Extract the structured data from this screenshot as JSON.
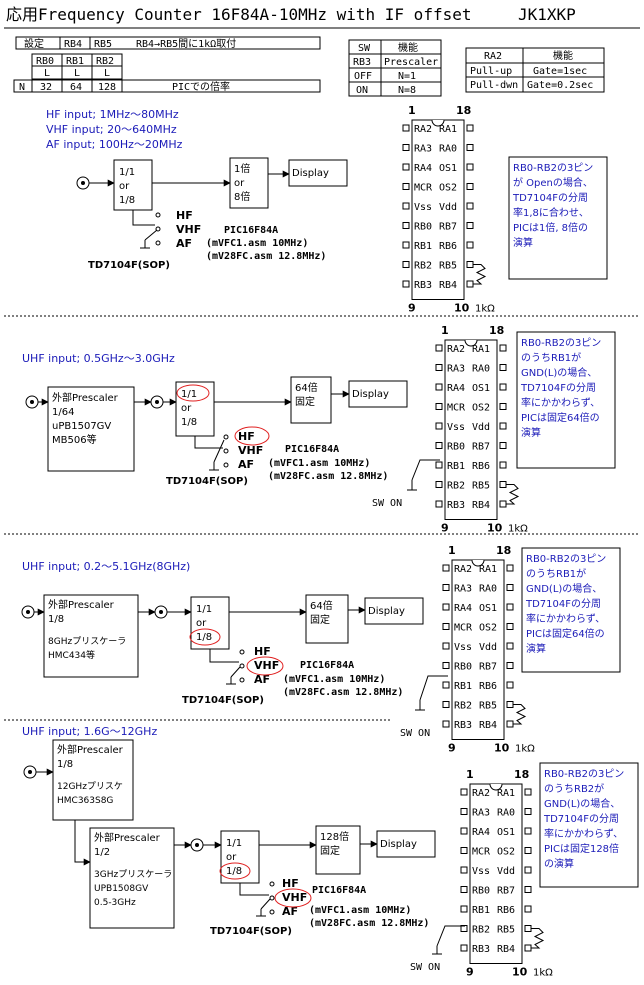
{
  "title": "応用Frequency Counter 16F84A-10MHz with IF offset",
  "author": "JK1XKP",
  "settings_table": {
    "col_setting": "設定",
    "col_rb4": "RB4",
    "col_rb5": "RB5",
    "note": "RB4→RB5間に1kΩ取付",
    "sub_headers": [
      "RB0",
      "RB1",
      "RB2"
    ],
    "levels": [
      "L",
      "L",
      "L"
    ],
    "row_n": "N",
    "multipliers": [
      "32",
      "64",
      "128"
    ],
    "multiplier_caption": "PICでの倍率"
  },
  "sw_table": {
    "col_sw": "SW",
    "col_func": "機能",
    "rows": [
      [
        "RB3",
        "Prescaler"
      ],
      [
        "OFF",
        "N=1"
      ],
      [
        "ON",
        "N=8"
      ]
    ]
  },
  "ra2_table": {
    "col_pin": "RA2",
    "col_func": "機能",
    "rows": [
      [
        "Pull-up",
        "Gate=1sec"
      ],
      [
        "Pull-dwn",
        "Gate=0.2sec"
      ]
    ]
  },
  "common": {
    "div_top": "1/1",
    "div_or": "or",
    "div_bottom": "1/8",
    "display": "Display",
    "sw_hf": "HF",
    "sw_vhf": "VHF",
    "sw_af": "AF",
    "chip_td": "TD7104F(SOP)",
    "pic_name": "PIC16F84A",
    "asm1": "(mVFC1.asm  10MHz)",
    "asm2": "(mV28FC.asm 12.8MHz)",
    "sw_on": "SW ON",
    "kohm": "1kΩ",
    "ic_pin1": "1",
    "ic_pin18": "18",
    "ic_pin9": "9",
    "ic_pin10": "10",
    "ic_left": [
      "RA2",
      "RA3",
      "RA4",
      "MCR",
      "Vss",
      "RB0",
      "RB1",
      "RB2",
      "RB3"
    ],
    "ic_right": [
      "RA1",
      "RA0",
      "OS1",
      "OS2",
      "Vdd",
      "RB7",
      "RB6",
      "RB5",
      "RB4"
    ]
  },
  "section1": {
    "inputs": [
      "HF input; 1MHz～80MHz",
      "VHF input; 20～640MHz",
      "AF input; 100Hz～20MHz"
    ],
    "mult_lines": [
      "1倍",
      "or",
      "8倍"
    ],
    "note": [
      "RB0-RB2の3ピン",
      "が Openの場合、",
      "TD7104Fの分周",
      "率1,8に合わせ、",
      "PICは1倍, 8倍の",
      "演算"
    ]
  },
  "section2": {
    "input": "UHF input; 0.5GHz～3.0GHz",
    "prescaler": [
      "外部Prescaler",
      "1/64",
      "uPB1507GV",
      "MB506等"
    ],
    "mult_lines": [
      "64倍",
      "固定"
    ],
    "note": [
      "RB0-RB2の3ピン",
      "のうちRB1が",
      "GND(L)の場合、",
      "TD7104Fの分周",
      "率にかかわらず、",
      "PICは固定64倍の",
      "演算"
    ]
  },
  "section3": {
    "input": "UHF input; 0.2～5.1GHz(8GHz)",
    "prescaler": [
      "外部Prescaler",
      "1/8",
      "8GHzプリスケーラ",
      "HMC434等"
    ],
    "mult_lines": [
      "64倍",
      "固定"
    ],
    "note": [
      "RB0-RB2の3ピン",
      "のうちRB1が",
      "GND(L)の場合、",
      "TD7104Fの分周",
      "率にかかわらず、",
      "PICは固定64倍の",
      "演算"
    ]
  },
  "section4": {
    "input": "UHF input; 1.6G～12GHz",
    "prescaler_a": [
      "外部Prescaler",
      "1/8",
      "12GHzプリスケ",
      "HMC363S8G"
    ],
    "prescaler_b": [
      "外部Prescaler",
      "1/2",
      "3GHzプリスケーラ",
      "UPB1508GV",
      "0.5-3GHz"
    ],
    "mult_lines": [
      "128倍",
      "固定"
    ],
    "note": [
      "RB0-RB2の3ピン",
      "のうちRB2が",
      "GND(L)の場合、",
      "TD7104Fの分周",
      "率にかかわらず、",
      "PICは固定128倍",
      "の演算"
    ]
  }
}
